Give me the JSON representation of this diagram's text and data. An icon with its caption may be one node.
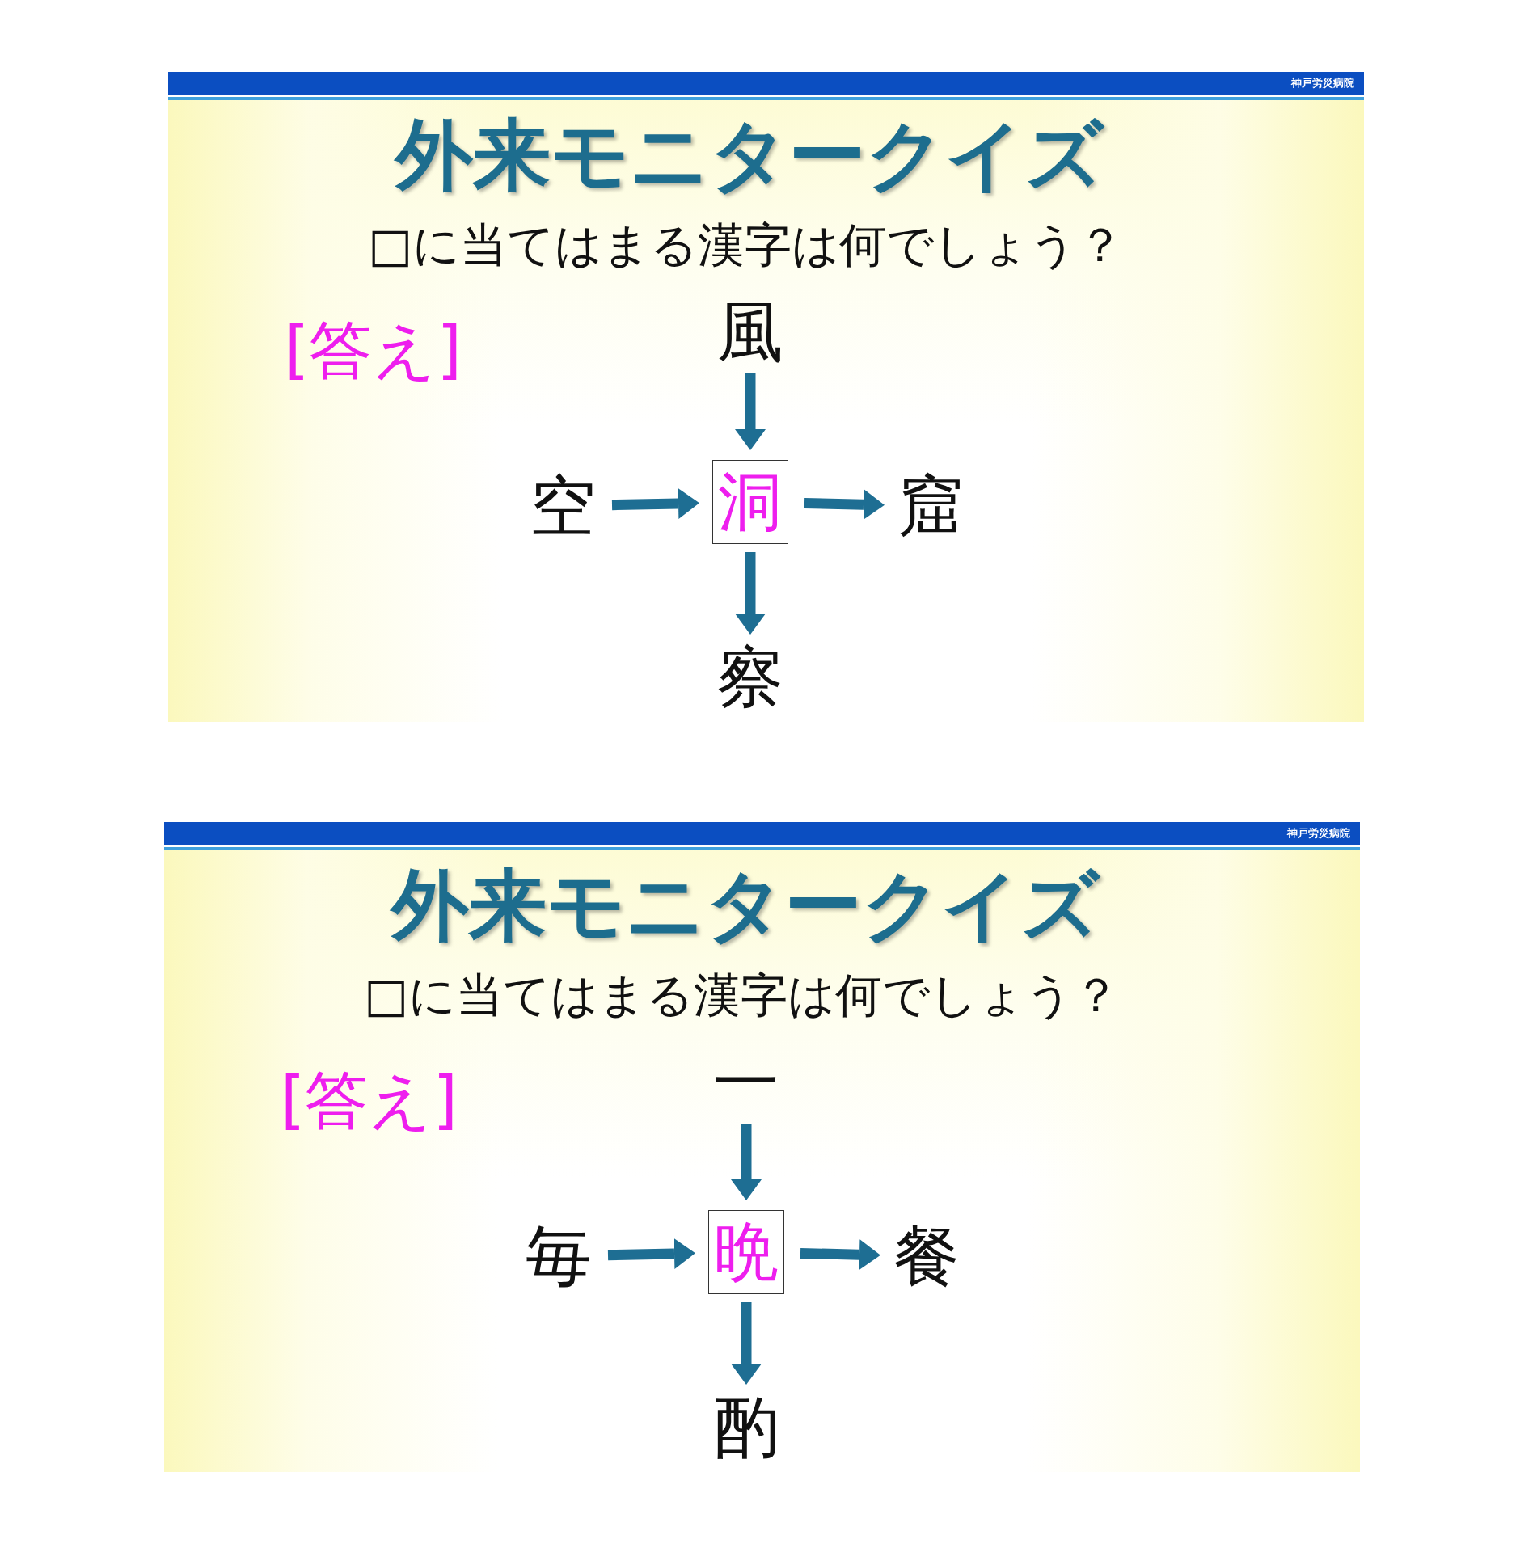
{
  "diagram": {
    "nodes": [
      {
        "text": [
          "神戸労災病院",
          "外来モニタークイズ",
          "□に当てはまる漢字は何でしょう？",
          "[答え]"
        ]
      },
      {
        "text": [
          "風"
        ],
        "in": 0
      },
      {
        "text": [
          "空"
        ],
        "in": 0
      },
      {
        "text": [
          "洞"
        ],
        "in": 0
      },
      {
        "text": [
          "窟"
        ],
        "in": 0
      },
      {
        "text": [
          "察"
        ],
        "in": 0
      },
      {
        "text": [
          "神戸労災病院",
          "外来モニタークイズ",
          "□に当てはまる漢字は何でしょう？",
          "[答え]"
        ]
      },
      {
        "text": [
          "一"
        ],
        "in": 6
      },
      {
        "text": [
          "毎"
        ],
        "in": 6
      },
      {
        "text": [
          "晩"
        ],
        "in": 6
      },
      {
        "text": [
          "餐"
        ],
        "in": 6
      },
      {
        "text": [
          "酌"
        ],
        "in": 6
      }
    ],
    "edges": [
      {
        "from": 1,
        "to": 3,
        "arrow": "to"
      },
      {
        "from": 2,
        "to": 3,
        "arrow": "to"
      },
      {
        "from": 3,
        "to": 4,
        "arrow": "to"
      },
      {
        "from": 3,
        "to": 5,
        "arrow": "to"
      },
      {
        "from": 7,
        "to": 9,
        "arrow": "to"
      },
      {
        "from": 8,
        "to": 9,
        "arrow": "to"
      },
      {
        "from": 9,
        "to": 10,
        "arrow": "to"
      },
      {
        "from": 9,
        "to": 11,
        "arrow": "to"
      }
    ]
  }
}
